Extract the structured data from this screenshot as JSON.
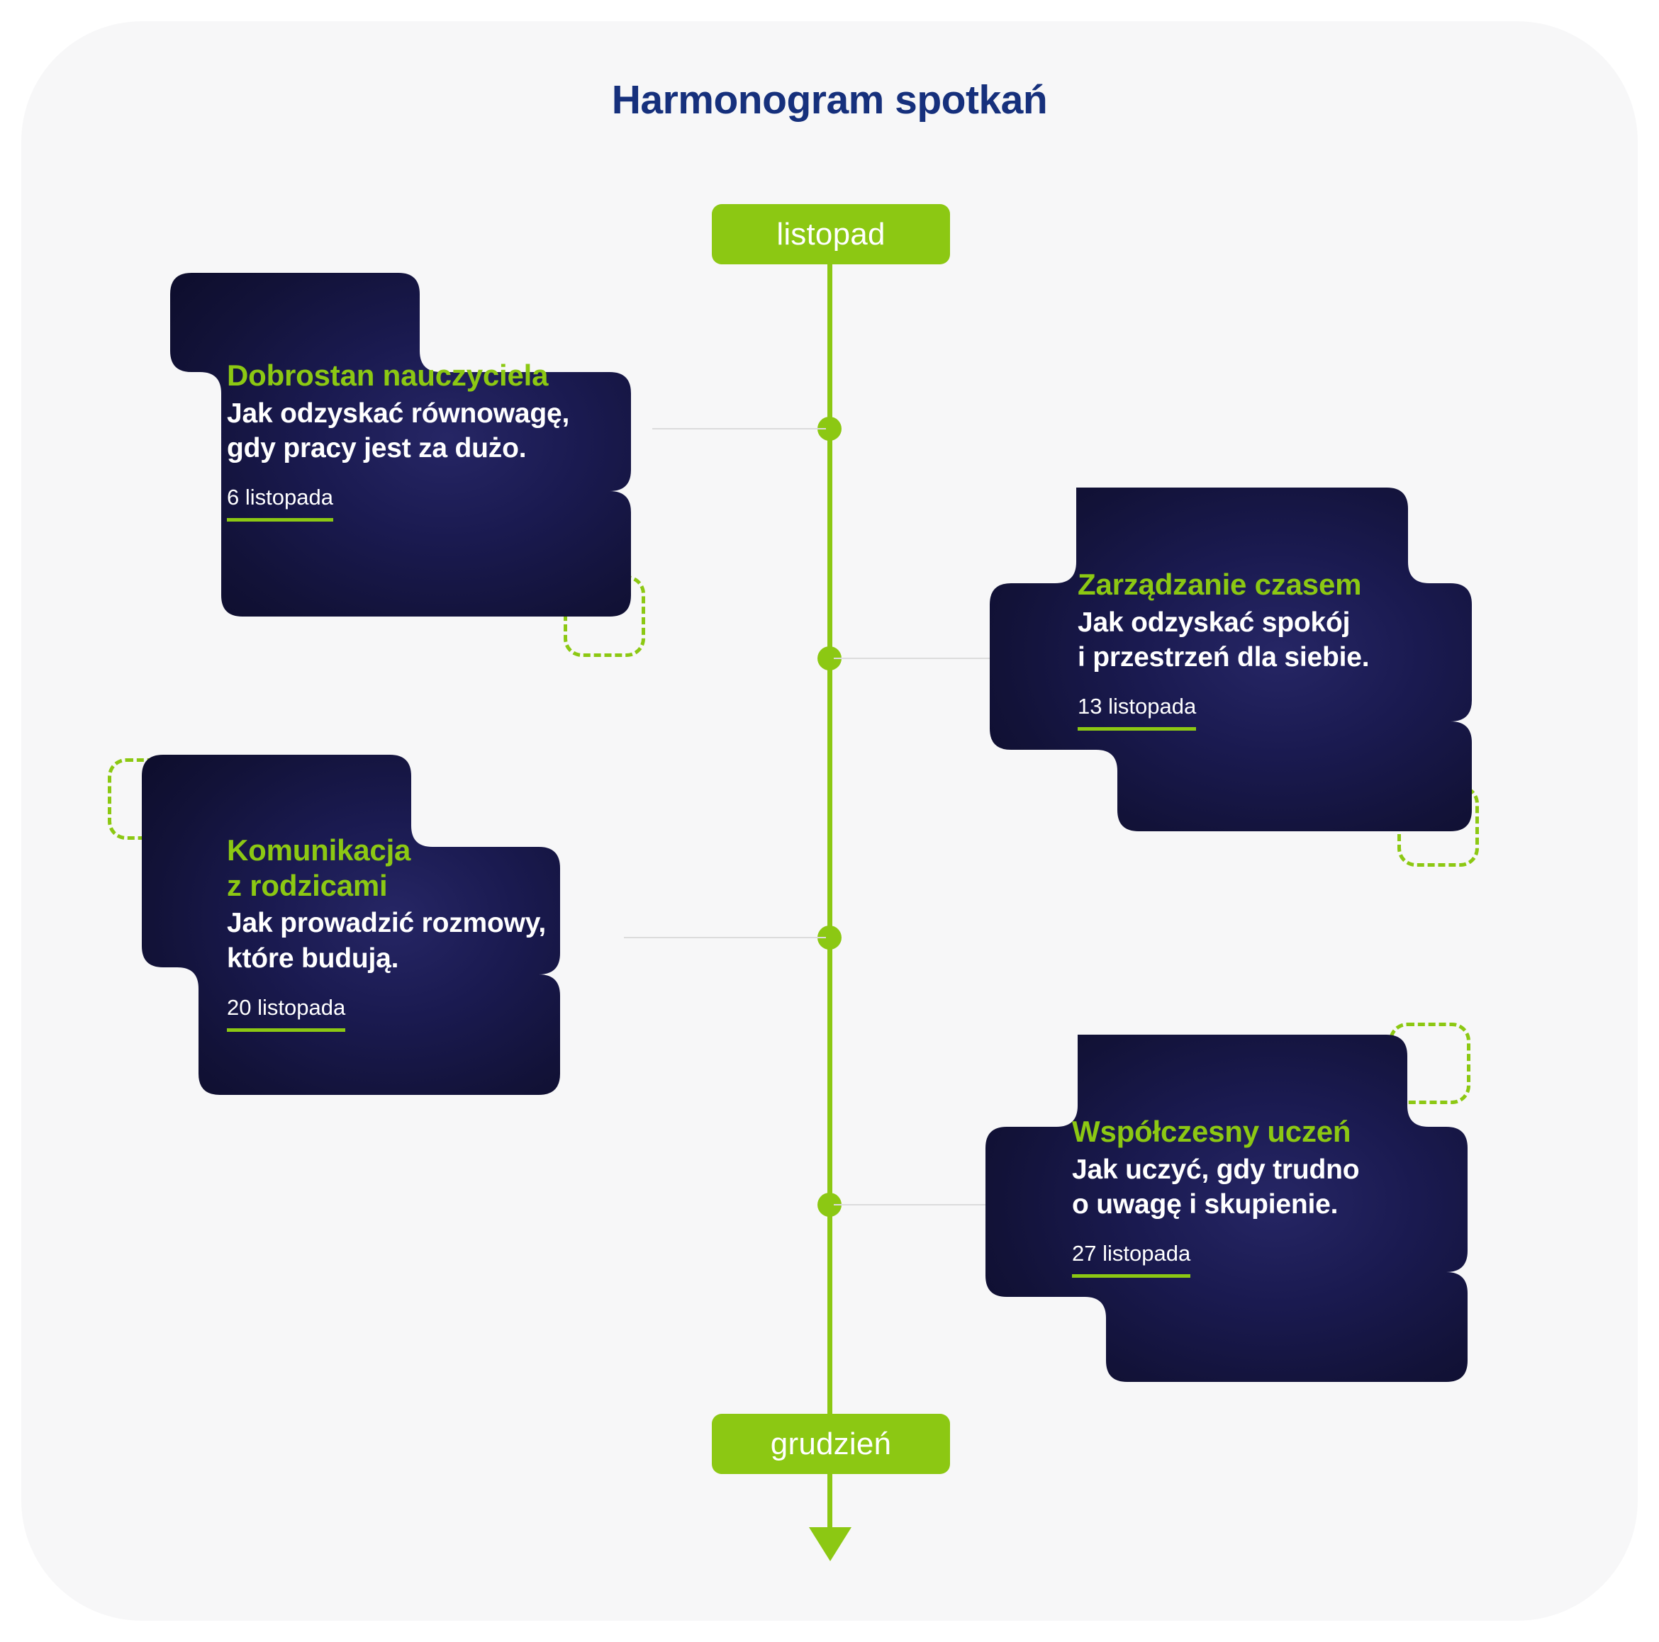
{
  "page": {
    "title": "Harmonogram spotkań",
    "background_color": "#f7f7f8",
    "title_color": "#16307c",
    "accent_green": "#8cc813",
    "card_navy": "#1a1a4f"
  },
  "timeline": {
    "start_label": "listopad",
    "end_label": "grudzień",
    "axis_color": "#8cc813",
    "arrow_direction": "down"
  },
  "events": [
    {
      "id": "event-1",
      "side": "left",
      "title": "Dobrostan nauczyciela",
      "subtitle": "Jak odzyskać równowagę,\ngdy pracy jest za dużo.",
      "date": "6 listopada"
    },
    {
      "id": "event-2",
      "side": "right",
      "title": "Zarządzanie czasem",
      "subtitle": "Jak odzyskać spokój\ni przestrzeń dla siebie.",
      "date": "13 listopada"
    },
    {
      "id": "event-3",
      "side": "left",
      "title": "Komunikacja\nz rodzicami",
      "subtitle": "Jak prowadzić rozmowy,\nktóre budują.",
      "date": "20 listopada"
    },
    {
      "id": "event-4",
      "side": "right",
      "title": "Współczesny uczeń",
      "subtitle": "Jak uczyć, gdy trudno\no uwagę i skupienie.",
      "date": "27 listopada"
    }
  ]
}
